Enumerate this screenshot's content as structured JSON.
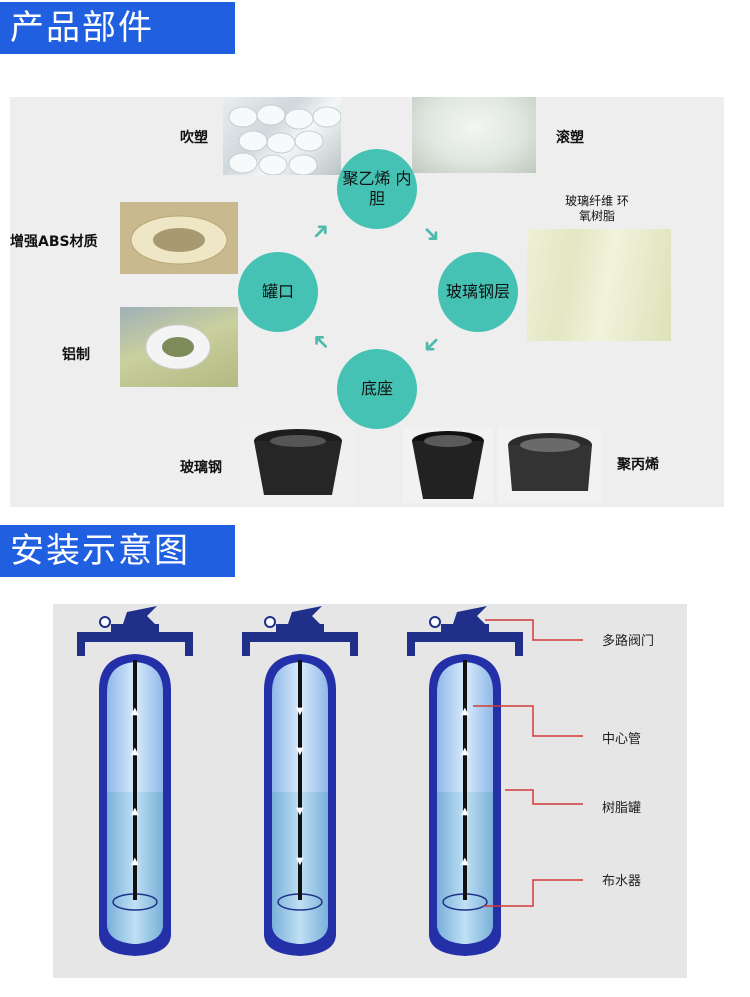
{
  "sections": {
    "parts_title": "产品部件",
    "install_title": "安装示意图"
  },
  "parts": {
    "nodes": {
      "liner": "聚乙烯 内胆",
      "mouth": "罐口",
      "fiberglass": "玻璃钢层",
      "base": "底座"
    },
    "labels": {
      "blow_molding": "吹塑",
      "roto_molding": "滚塑",
      "abs": "增强ABS材质",
      "aluminum": "铝制",
      "glass_fiber_epoxy": "玻璃纤维 环氧树脂",
      "frp": "玻璃钢",
      "pp": "聚丙烯"
    }
  },
  "install": {
    "legend": {
      "valve": "多路阀门",
      "center_pipe": "中心管",
      "resin_tank": "树脂罐",
      "distributor": "布水器"
    }
  }
}
